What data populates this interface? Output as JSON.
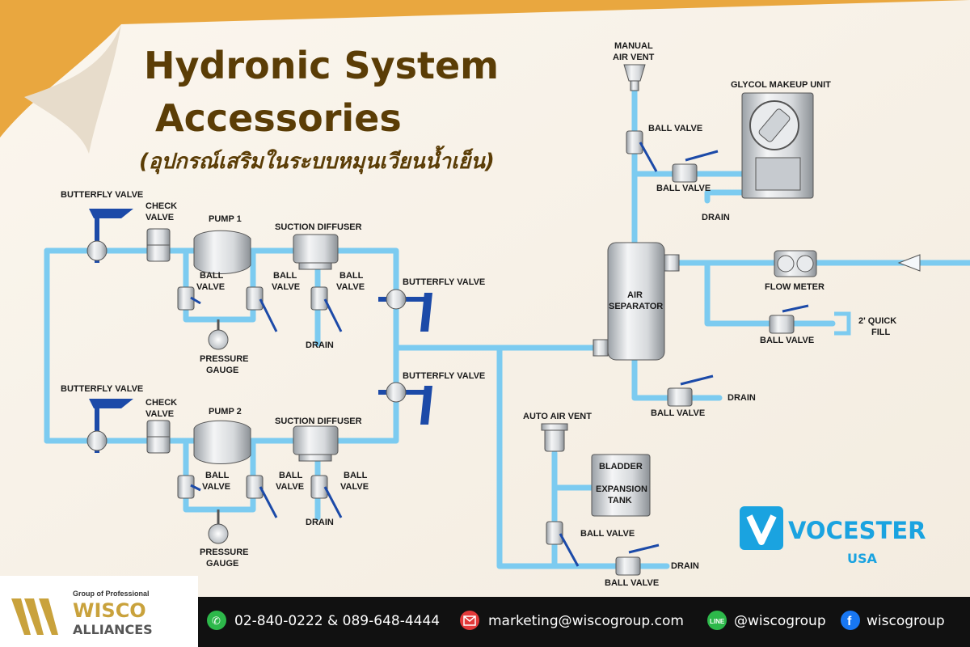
{
  "title": {
    "line1": "Hydronic System",
    "line2": "Accessories",
    "subtitle": "(อุปกรณ์เสริมในระบบหมุนเวียนน้ำเย็น)"
  },
  "labels": {
    "butterfly_valve": "BUTTERFLY VALVE",
    "check_1": "CHECK",
    "check_2": "VALVE",
    "pump1": "PUMP 1",
    "pump2": "PUMP 2",
    "suction_diffuser": "SUCTION DIFFUSER",
    "ball": "BALL",
    "valve": "VALVE",
    "ball_valve": "BALL VALVE",
    "pressure": "PRESSURE",
    "gauge": "GAUGE",
    "drain": "DRAIN",
    "manual_air_vent_1": "MANUAL",
    "manual_air_vent_2": "AIR VENT",
    "glycol": "GLYCOL MAKEUP UNIT",
    "air_separator_1": "AIR",
    "air_separator_2": "SEPARATOR",
    "flow_meter": "FLOW METER",
    "quick_fill_1": "2' QUICK",
    "quick_fill_2": "FILL",
    "auto_air_vent": "AUTO AIR VENT",
    "bladder_1": "BLADDER",
    "bladder_2": "EXPANSION",
    "bladder_3": "TANK"
  },
  "brand": {
    "vocester": "VOCESTER",
    "usa": "USA",
    "group_of": "Group of Professional",
    "wisco": "WISCO",
    "alliances": "ALLIANCES"
  },
  "footer": {
    "phone": "02-840-0222 & 089-648-4444",
    "email": "marketing@wiscogroup.com",
    "line": "@wiscogroup",
    "facebook": "wiscogroup"
  },
  "colors": {
    "pipe": "#7ccbf0",
    "title": "#5b3d06",
    "valve_blue": "#1c4aa8",
    "vocester_blue": "#1aa3e0",
    "footer_bg": "#111111",
    "wisco_gold": "#c9a23c"
  }
}
